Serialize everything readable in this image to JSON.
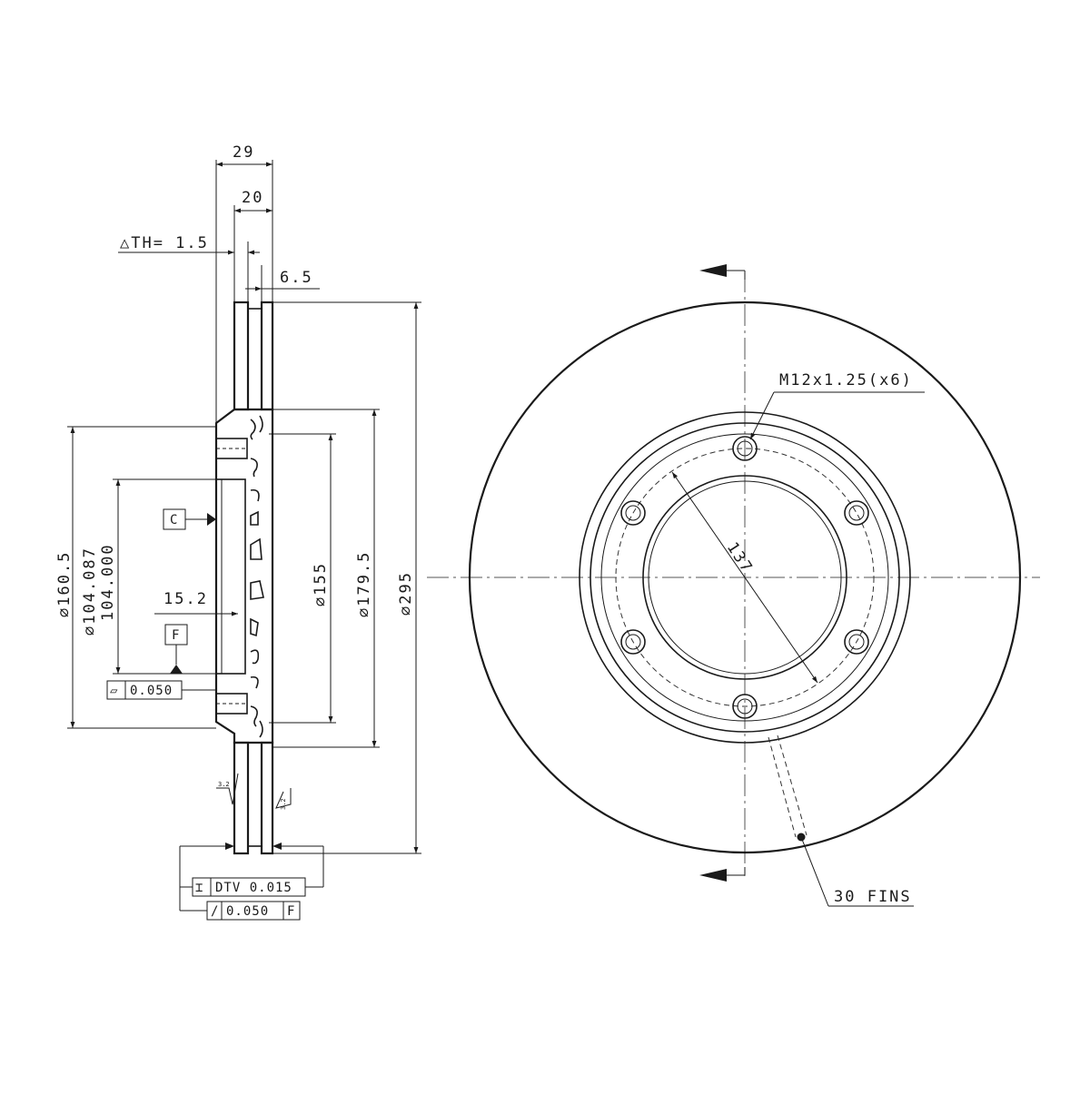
{
  "side_view": {
    "overall_thickness": "29",
    "min_thickness": "20",
    "thickness_variation": "△TH= 1.5",
    "fin_gap": "6.5",
    "hat_offset": "15.2",
    "outer_diameter": "⌀295",
    "mount_diameter": "⌀179.5",
    "inner_diameter": "⌀155",
    "hat_diameter": "⌀160.5",
    "bore_diameter_max": "⌀104.087",
    "bore_diameter_min": "104.000",
    "surface_finish_left": "3.2",
    "surface_finish_right": "3.2"
  },
  "datums": {
    "datum_c": "C",
    "datum_f": "F"
  },
  "tolerances": {
    "flatness_symbol": "▱",
    "flatness_value": "0.050",
    "dtv_symbol": "⌶",
    "dtv_label": "DTV 0.015",
    "runout_symbol": "/",
    "runout_value": "0.050",
    "runout_datum": "F"
  },
  "front_view": {
    "bolt_thread_callout": "M12x1.25(x6)",
    "bolt_circle": "137",
    "fin_callout": "30 FINS"
  }
}
